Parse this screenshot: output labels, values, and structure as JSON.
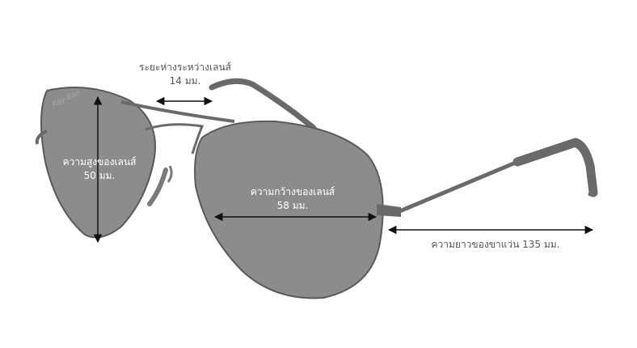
{
  "colors": {
    "lens": "#8c8c8c",
    "frame": "#6a6a6a",
    "arrow": "#111111",
    "background": "#ffffff"
  },
  "labels": {
    "bridge": {
      "line1": "ระยะห่างระหว่างเลนส์",
      "line2": "14 มม."
    },
    "lens_height": {
      "line1": "ความสูงของเลนส์",
      "line2": "50 มม."
    },
    "lens_width": {
      "line1": "ความกว้างของเลนส์",
      "line2": "58 มม."
    },
    "temple": {
      "line1": "ความยาวของขาแว่น 135 มม."
    }
  },
  "brand_mark": "Ray-Ban"
}
